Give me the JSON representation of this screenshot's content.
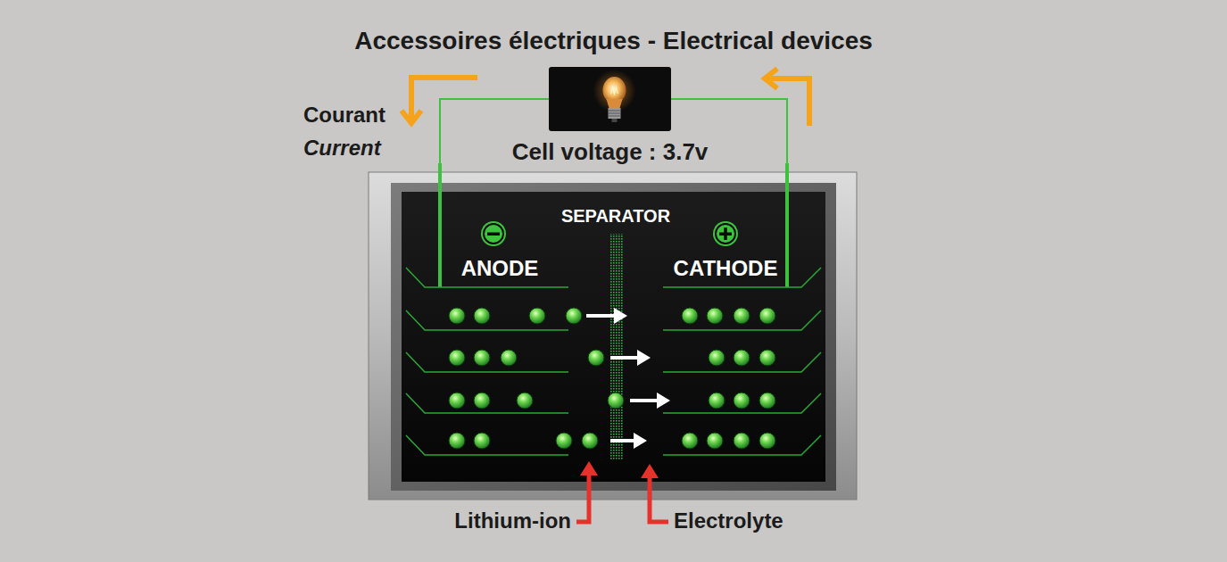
{
  "diagram": {
    "title": "Accessoires électriques - Electrical devices",
    "nodes": [
      {
        "text": [
          "Cell voltage : 3.7v"
        ]
      },
      {
        "text": [
          "SEPARATOR",
          "ANODE",
          "CATHODE"
        ]
      }
    ],
    "edges": [
      {
        "from": 1,
        "to": 0,
        "arrow": "none"
      },
      {
        "from": 1,
        "to": 0,
        "arrow": "none"
      }
    ],
    "labels": [
      "Courant",
      "Current",
      "Lithium-ion",
      "Electrolyte"
    ]
  }
}
